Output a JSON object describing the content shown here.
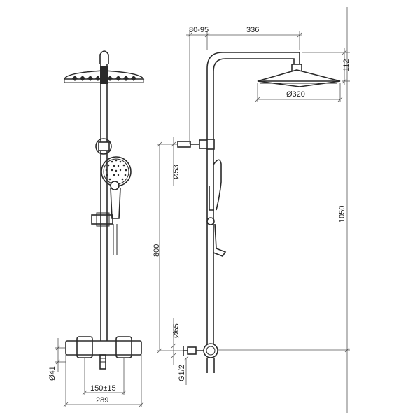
{
  "dimensions": {
    "pipe_offset": "80-95",
    "arm_length": "336",
    "head_drop": "112",
    "head_diameter": "Ø320",
    "total_height": "1050",
    "handset_diameter": "Ø53",
    "mixer_to_rail": "800",
    "mixer_diameter": "Ø65",
    "inlet_thread": "G1/2",
    "body_diameter": "Ø41",
    "inlet_spacing": "150±15",
    "total_width": "289"
  },
  "colors": {
    "line": "#2a2a2a",
    "dimension": "#555555",
    "background": "#ffffff"
  }
}
